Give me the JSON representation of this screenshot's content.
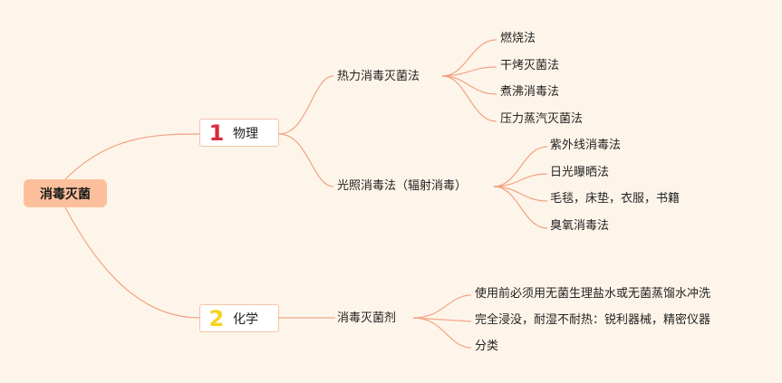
{
  "root": {
    "label": "消毒灭菌"
  },
  "branches": [
    {
      "number": "1",
      "label": "物理",
      "children": [
        {
          "label": "热力消毒灭菌法",
          "leaves": [
            "燃烧法",
            "干烤灭菌法",
            "煮沸消毒法",
            "压力蒸汽灭菌法"
          ]
        },
        {
          "label": "光照消毒法（辐射消毒）",
          "leaves": [
            "紫外线消毒法",
            "日光曝晒法",
            "毛毯，床垫，衣服，书籍",
            "臭氧消毒法"
          ]
        }
      ]
    },
    {
      "number": "2",
      "label": "化学",
      "children": [
        {
          "label": "消毒灭菌剂",
          "leaves": [
            "使用前必须用无菌生理盐水或无菌蒸馏水冲洗",
            "完全浸没，耐湿不耐热：锐利器械，精密仪器",
            "分类"
          ]
        }
      ]
    }
  ],
  "colors": {
    "background": "#fef5ea",
    "root_fill": "#fbbf9c",
    "connector": "#f1a383",
    "number_1": "#d92b3a",
    "number_2": "#f5d21f"
  }
}
